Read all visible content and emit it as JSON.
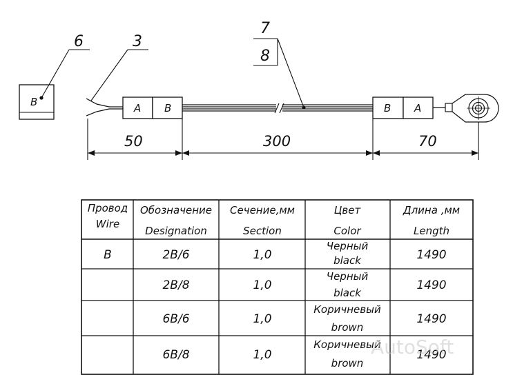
{
  "drawing": {
    "callouts": {
      "left_box": "6",
      "wire_end": "3",
      "top_num": "7",
      "bottom_num": "8"
    },
    "left_box_label": "В",
    "left_connector": {
      "cell1": "A",
      "cell2": "В"
    },
    "right_connector": {
      "cell1": "В",
      "cell2": "A"
    },
    "dimensions": [
      "50",
      "300",
      "70"
    ]
  },
  "table": {
    "headers": [
      {
        "line1": "Провод",
        "line2": "Wire"
      },
      {
        "line1": "Обозначение",
        "line2": "Designation"
      },
      {
        "line1": "Сечение,мм",
        "line2": "Section"
      },
      {
        "line1": "Цвет",
        "line2": "Color"
      },
      {
        "line1": "Длина ,мм",
        "line2": "Length"
      }
    ],
    "rows": [
      {
        "wire": "В",
        "designation": "2В/6",
        "section": "1,0",
        "color_ru": "Черный",
        "color_en": "black",
        "length": "1490"
      },
      {
        "wire": "",
        "designation": "2В/8",
        "section": "1,0",
        "color_ru": "Черный",
        "color_en": "black",
        "length": "1490"
      },
      {
        "wire": "",
        "designation": "6В/6",
        "section": "1,0",
        "color_ru": "Коричневый",
        "color_en": "brown",
        "length": "1490"
      },
      {
        "wire": "",
        "designation": "6В/8",
        "section": "1,0",
        "color_ru": "Коричневый",
        "color_en": "brown",
        "length": "1490"
      }
    ]
  },
  "watermark": "AutoSoft"
}
